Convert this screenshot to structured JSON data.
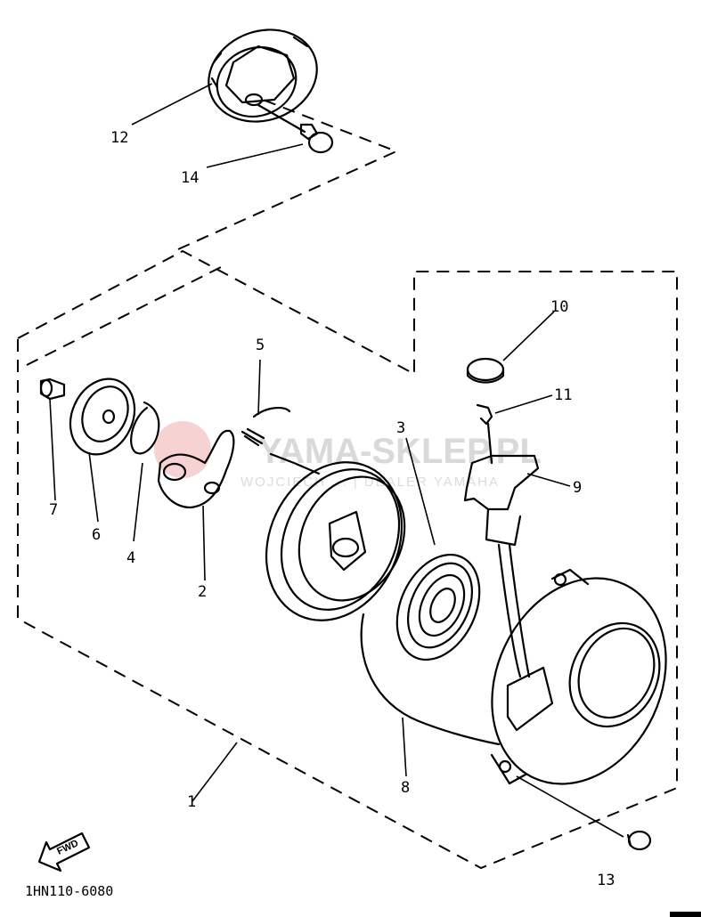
{
  "diagram": {
    "code": "1HN110-6080",
    "fwd_label": "FWD",
    "watermark": {
      "brand": "YAMA-SKLEP.PL",
      "sub": "WOJCIECH ... | DEALER YAMAHA"
    },
    "labels": {
      "p1": "1",
      "p2": "2",
      "p3": "3",
      "p4": "4",
      "p5": "5",
      "p6": "6",
      "p7": "7",
      "p8": "8",
      "p9": "9",
      "p10": "10",
      "p11": "11",
      "p12": "12",
      "p13": "13",
      "p14": "14"
    }
  }
}
